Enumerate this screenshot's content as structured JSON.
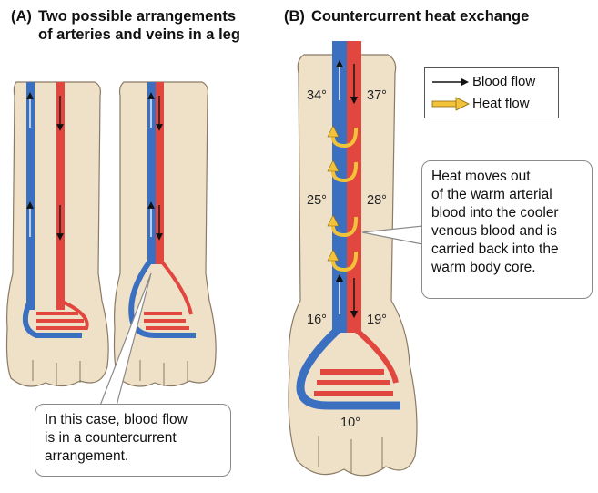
{
  "panel_a": {
    "tag": "(A)",
    "title_line1": "Two possible arrangements",
    "title_line2": "of arteries and veins in a leg",
    "callout_lines": [
      "In this case, blood flow",
      "is in a countercurrent",
      "arrangement."
    ]
  },
  "panel_b": {
    "tag": "(B)",
    "title": "Countercurrent heat exchange",
    "temperatures": {
      "vein_top": "34°",
      "artery_top": "37°",
      "vein_mid": "25°",
      "artery_mid": "28°",
      "vein_low": "16°",
      "artery_low": "19°",
      "foot": "10°"
    },
    "callout_lines": [
      "Heat moves out",
      "of the warm arterial",
      "blood into the cooler",
      "venous blood and is",
      "carried back into the",
      "warm body core."
    ]
  },
  "legend": {
    "blood_flow": "Blood flow",
    "heat_flow": "Heat flow"
  },
  "colors": {
    "artery": "#e2473f",
    "vein": "#3b6fbf",
    "fur": "#efe0c8",
    "fur_outline": "#8a7a66",
    "heat_arrow": "#f2c23a"
  }
}
